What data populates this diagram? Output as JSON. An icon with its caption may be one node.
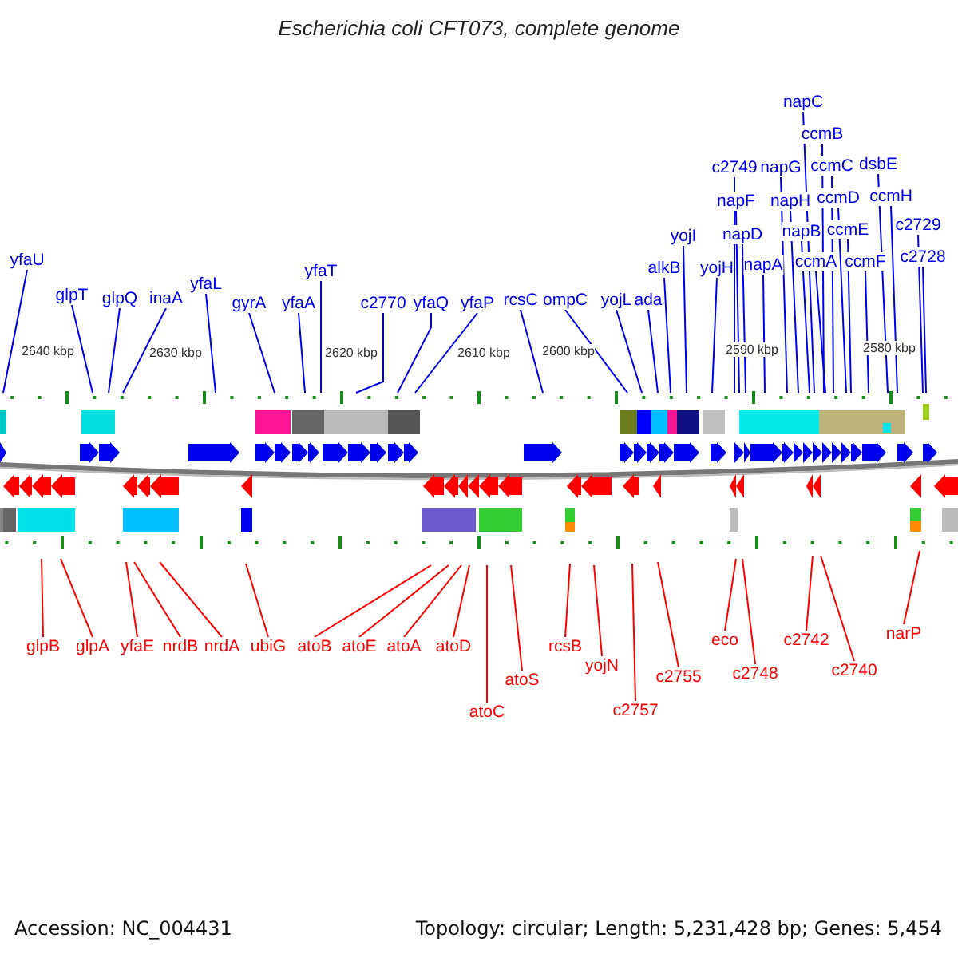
{
  "diagram": {
    "title": "Escherichia coli CFT073, complete genome",
    "nodes": [
      {
        "text": [
          "yfaU"
        ]
      },
      {
        "text": [
          "glpT"
        ]
      },
      {
        "text": [
          "glpQ"
        ]
      },
      {
        "text": [
          "inaA"
        ]
      },
      {
        "text": [
          "yfaL"
        ]
      },
      {
        "text": [
          "gyrA"
        ]
      },
      {
        "text": [
          "yfaA"
        ]
      },
      {
        "text": [
          "yfaT"
        ]
      },
      {
        "text": [
          "c2770"
        ]
      },
      {
        "text": [
          "yfaQ"
        ]
      },
      {
        "text": [
          "yfaP"
        ]
      },
      {
        "text": [
          "rcsC"
        ]
      },
      {
        "text": [
          "ompC"
        ]
      },
      {
        "text": [
          "yojL"
        ]
      },
      {
        "text": [
          "ada"
        ]
      },
      {
        "text": [
          "alkB"
        ]
      },
      {
        "text": [
          "yojI"
        ]
      },
      {
        "text": [
          "yojH"
        ]
      },
      {
        "text": [
          "c2749"
        ]
      },
      {
        "text": [
          "napF"
        ]
      },
      {
        "text": [
          "napD"
        ]
      },
      {
        "text": [
          "napA"
        ]
      },
      {
        "text": [
          "napG"
        ]
      },
      {
        "text": [
          "napH"
        ]
      },
      {
        "text": [
          "napB"
        ]
      },
      {
        "text": [
          "napC"
        ]
      },
      {
        "text": [
          "ccmB"
        ]
      },
      {
        "text": [
          "ccmA"
        ]
      },
      {
        "text": [
          "ccmC"
        ]
      },
      {
        "text": [
          "ccmD"
        ]
      },
      {
        "text": [
          "ccmE"
        ]
      },
      {
        "text": [
          "ccmF"
        ]
      },
      {
        "text": [
          "dsbE"
        ]
      },
      {
        "text": [
          "ccmH"
        ]
      },
      {
        "text": [
          "c2729"
        ]
      },
      {
        "text": [
          "c2728"
        ]
      },
      {
        "text": [
          "glpB"
        ]
      },
      {
        "text": [
          "glpA"
        ]
      },
      {
        "text": [
          "yfaE"
        ]
      },
      {
        "text": [
          "nrdB"
        ]
      },
      {
        "text": [
          "nrdA"
        ]
      },
      {
        "text": [
          "ubiG"
        ]
      },
      {
        "text": [
          "atoB"
        ]
      },
      {
        "text": [
          "atoE"
        ]
      },
      {
        "text": [
          "atoA"
        ]
      },
      {
        "text": [
          "atoD"
        ]
      },
      {
        "text": [
          "atoC"
        ]
      },
      {
        "text": [
          "atoS"
        ]
      },
      {
        "text": [
          "rcsB"
        ]
      },
      {
        "text": [
          "yojN"
        ]
      },
      {
        "text": [
          "c2757"
        ]
      },
      {
        "text": [
          "c2755"
        ]
      },
      {
        "text": [
          "eco"
        ]
      },
      {
        "text": [
          "c2748"
        ]
      },
      {
        "text": [
          "c2742"
        ]
      },
      {
        "text": [
          "c2740"
        ]
      },
      {
        "text": [
          "narP"
        ]
      }
    ],
    "edges": [
      {
        "from": 0,
        "to": null,
        "arrow": "none"
      },
      {
        "from": 1,
        "to": null,
        "arrow": "none"
      },
      {
        "from": 2,
        "to": null,
        "arrow": "none"
      },
      {
        "from": 3,
        "to": null,
        "arrow": "none"
      },
      {
        "from": 4,
        "to": null,
        "arrow": "none"
      },
      {
        "from": 5,
        "to": null,
        "arrow": "none"
      },
      {
        "from": 6,
        "to": null,
        "arrow": "none"
      },
      {
        "from": 7,
        "to": null,
        "arrow": "none"
      },
      {
        "from": 8,
        "to": null,
        "arrow": "none"
      },
      {
        "from": 9,
        "to": null,
        "arrow": "none"
      },
      {
        "from": 10,
        "to": null,
        "arrow": "none"
      },
      {
        "from": 11,
        "to": null,
        "arrow": "none"
      },
      {
        "from": 12,
        "to": null,
        "arrow": "none"
      },
      {
        "from": 13,
        "to": null,
        "arrow": "none"
      },
      {
        "from": 14,
        "to": null,
        "arrow": "none"
      },
      {
        "from": 15,
        "to": null,
        "arrow": "none"
      },
      {
        "from": 16,
        "to": null,
        "arrow": "none"
      },
      {
        "from": 17,
        "to": null,
        "arrow": "none"
      },
      {
        "from": 18,
        "to": null,
        "arrow": "none"
      },
      {
        "from": 19,
        "to": null,
        "arrow": "none"
      },
      {
        "from": 20,
        "to": null,
        "arrow": "none"
      },
      {
        "from": 21,
        "to": null,
        "arrow": "none"
      },
      {
        "from": 22,
        "to": null,
        "arrow": "none"
      },
      {
        "from": 23,
        "to": null,
        "arrow": "none"
      },
      {
        "from": 24,
        "to": null,
        "arrow": "none"
      },
      {
        "from": 25,
        "to": null,
        "arrow": "none"
      },
      {
        "from": 26,
        "to": null,
        "arrow": "none"
      },
      {
        "from": 27,
        "to": null,
        "arrow": "none"
      },
      {
        "from": 28,
        "to": null,
        "arrow": "none"
      },
      {
        "from": 29,
        "to": null,
        "arrow": "none"
      },
      {
        "from": 30,
        "to": null,
        "arrow": "none"
      },
      {
        "from": 31,
        "to": null,
        "arrow": "none"
      },
      {
        "from": 32,
        "to": null,
        "arrow": "none"
      },
      {
        "from": 33,
        "to": null,
        "arrow": "none"
      },
      {
        "from": 34,
        "to": null,
        "arrow": "none"
      },
      {
        "from": 35,
        "to": null,
        "arrow": "none"
      },
      {
        "from": 36,
        "to": null,
        "arrow": "none",
        "color": "#ff0000"
      },
      {
        "from": 37,
        "to": null,
        "arrow": "none",
        "color": "#ff0000"
      },
      {
        "from": 38,
        "to": null,
        "arrow": "none",
        "color": "#ff0000"
      },
      {
        "from": 39,
        "to": null,
        "arrow": "none",
        "color": "#ff0000"
      },
      {
        "from": 40,
        "to": null,
        "arrow": "none",
        "color": "#ff0000"
      },
      {
        "from": 41,
        "to": null,
        "arrow": "none",
        "color": "#ff0000"
      },
      {
        "from": 42,
        "to": null,
        "arrow": "none",
        "color": "#ff0000"
      },
      {
        "from": 43,
        "to": null,
        "arrow": "none",
        "color": "#ff0000"
      },
      {
        "from": 44,
        "to": null,
        "arrow": "none",
        "color": "#ff0000"
      },
      {
        "from": 45,
        "to": null,
        "arrow": "none",
        "color": "#ff0000"
      },
      {
        "from": 46,
        "to": null,
        "arrow": "none",
        "color": "#ff0000"
      },
      {
        "from": 47,
        "to": null,
        "arrow": "none",
        "color": "#ff0000"
      },
      {
        "from": 48,
        "to": null,
        "arrow": "none",
        "color": "#ff0000"
      },
      {
        "from": 49,
        "to": null,
        "arrow": "none",
        "color": "#ff0000"
      },
      {
        "from": 50,
        "to": null,
        "arrow": "none",
        "color": "#ff0000"
      },
      {
        "from": 51,
        "to": null,
        "arrow": "none",
        "color": "#ff0000"
      },
      {
        "from": 52,
        "to": null,
        "arrow": "none",
        "color": "#ff0000"
      },
      {
        "from": 53,
        "to": null,
        "arrow": "none",
        "color": "#ff0000"
      },
      {
        "from": 54,
        "to": null,
        "arrow": "none",
        "color": "#ff0000"
      },
      {
        "from": 55,
        "to": null,
        "arrow": "none",
        "color": "#ff0000"
      },
      {
        "from": 56,
        "to": null,
        "arrow": "none",
        "color": "#ff0000"
      }
    ],
    "labels": [
      "2640 kbp",
      "2630 kbp",
      "2620 kbp",
      "2610 kbp",
      "2600 kbp",
      "2590 kbp",
      "2580 kbp",
      "Accession: NC_004431",
      "Topology: circular; Length: 5,231,428 bp; Genes: 5,454"
    ]
  }
}
